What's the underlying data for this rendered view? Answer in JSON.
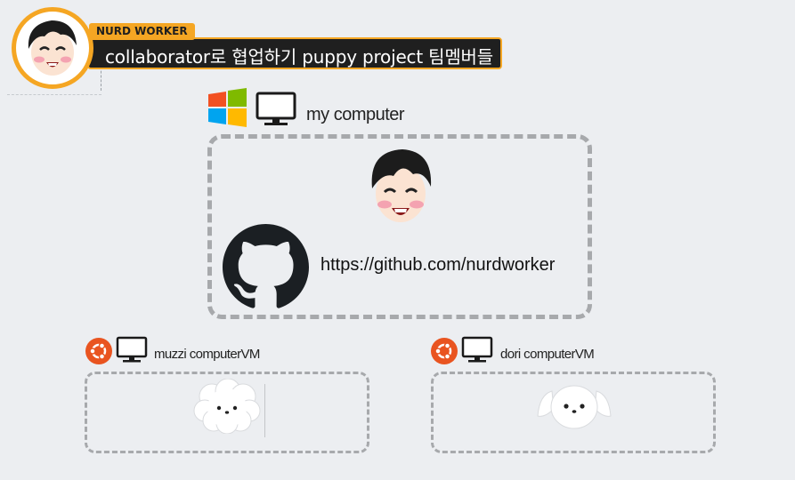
{
  "header": {
    "tag": "NURD WORKER",
    "title": "collaborator로 협업하기 puppy project 팀멤버들"
  },
  "main_computer": {
    "label": "my computer",
    "url": "https://github.com/nurdworker"
  },
  "vm_left": {
    "label": "muzzi computerVM"
  },
  "vm_right": {
    "label": "dori computerVM"
  },
  "colors": {
    "accent": "#f5a623",
    "title_bg": "#1f1f1f",
    "dash": "#a7a9ac",
    "background": "#eceef1",
    "ubuntu": "#e95420"
  },
  "icons": [
    "windows-logo-icon",
    "monitor-icon",
    "github-logo-icon",
    "ubuntu-logo-icon",
    "avatar",
    "muzzi-puppy-icon",
    "dori-puppy-icon"
  ]
}
